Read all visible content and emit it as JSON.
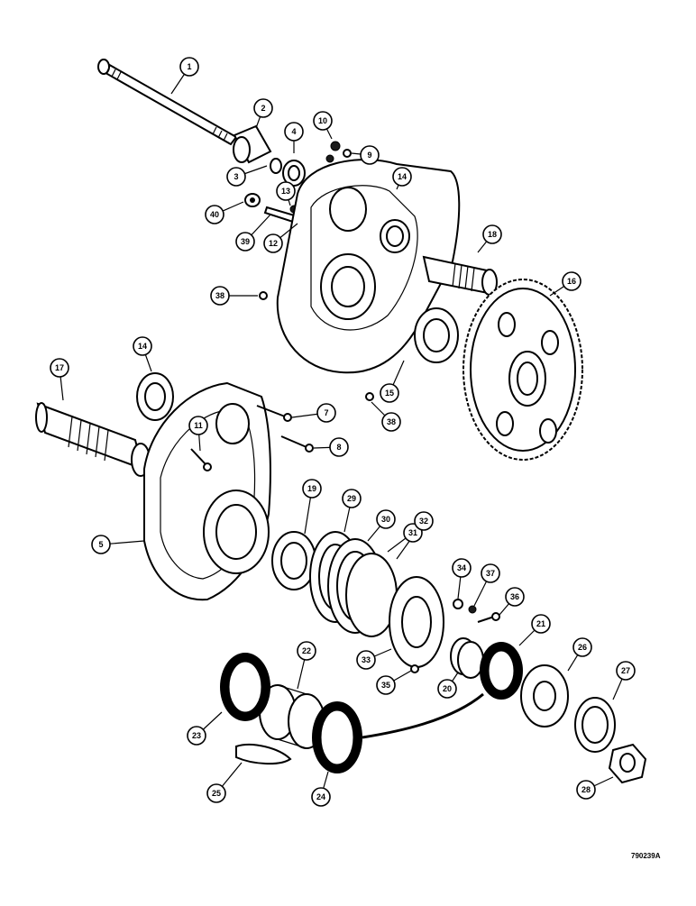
{
  "diagram": {
    "figure_code": "790239A",
    "callouts": [
      "1",
      "2",
      "3",
      "4",
      "9",
      "10",
      "14",
      "13",
      "40",
      "39",
      "12",
      "18",
      "16",
      "38",
      "14",
      "17",
      "11",
      "7",
      "8",
      "15",
      "38",
      "5",
      "19",
      "29",
      "30",
      "31",
      "32",
      "34",
      "37",
      "36",
      "21",
      "26",
      "22",
      "33",
      "35",
      "20",
      "27",
      "23",
      "25",
      "24",
      "28"
    ]
  }
}
